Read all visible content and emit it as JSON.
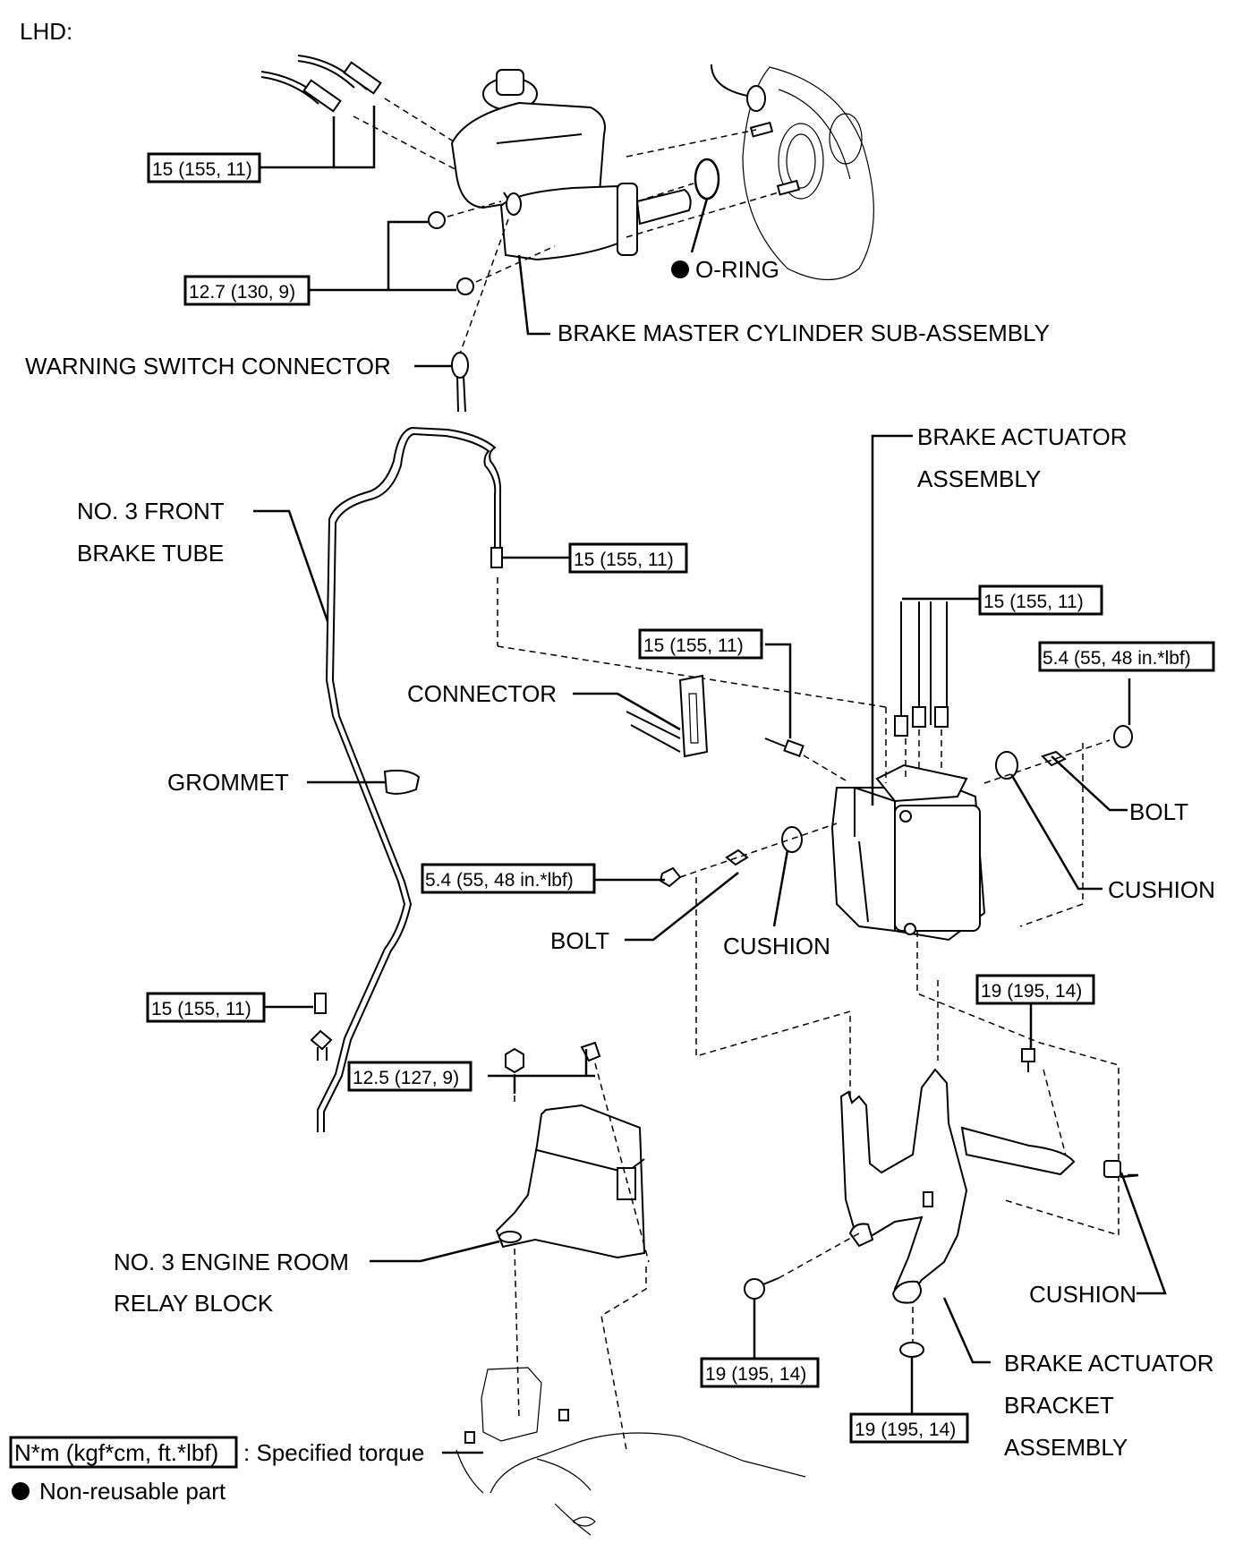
{
  "header": {
    "variant": "LHD:"
  },
  "labels": {
    "o_ring": "O-RING",
    "master_cylinder": "BRAKE MASTER CYLINDER SUB-ASSEMBLY",
    "warning_switch": "WARNING SWITCH CONNECTOR",
    "front_tube_1": "NO. 3 FRONT",
    "front_tube_2": "BRAKE TUBE",
    "grommet": "GROMMET",
    "connector": "CONNECTOR",
    "actuator_1": "BRAKE ACTUATOR",
    "actuator_2": "ASSEMBLY",
    "bolt_right": "BOLT",
    "cushion_right": "CUSHION",
    "bolt_left": "BOLT",
    "cushion_left": "CUSHION",
    "relay_1": "NO. 3 ENGINE ROOM",
    "relay_2": "RELAY BLOCK",
    "cushion_bottom": "CUSHION",
    "bracket_1": "BRAKE ACTUATOR",
    "bracket_2": "BRACKET",
    "bracket_3": "ASSEMBLY"
  },
  "torques": {
    "mc_tubes": "15 (155, 11)",
    "mc_nuts": "12.7 (130, 9)",
    "front_tube_top": "15 (155, 11)",
    "actuator_single": "15 (155, 11)",
    "actuator_tubes": "15 (155, 11)",
    "cushion_right": "5.4 (55, 48 in.*lbf)",
    "cushion_left": "5.4 (55, 48 in.*lbf)",
    "front_tube_bottom": "15 (155, 11)",
    "relay_block": "12.5 (127, 9)",
    "bracket_top": "19 (195, 14)",
    "bracket_left": "19 (195, 14)",
    "bracket_bottom": "19 (195, 14)"
  },
  "legend": {
    "torque_unit": "N*m (kgf*cm, ft.*lbf)",
    "torque_desc": ": Specified torque",
    "non_reusable": "Non-reusable part"
  }
}
